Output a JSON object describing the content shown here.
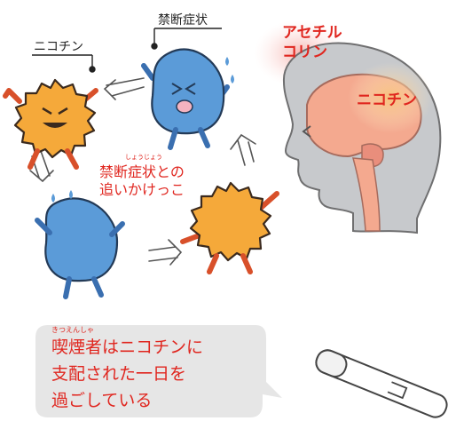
{
  "labels": {
    "withdrawal": "禁断症状",
    "nicotine_left": "ニコチン",
    "acetylcholine_1": "アセチル",
    "acetylcholine_2": "コリン",
    "nicotine_brain": "ニコチン",
    "chase_1": "禁断症状との",
    "chase_2": "追いかけっこ",
    "chase_ruby": "しょうじょう",
    "bubble_ruby": "きつえんしゃ",
    "bubble_line1": "喫煙者はニコチンに",
    "bubble_line2": "支配された一日を",
    "bubble_line3": "過ごしている"
  },
  "colors": {
    "nicotine_fill": "#f5a93a",
    "withdrawal_fill": "#5b9bd8",
    "label_red": "#e0261f",
    "bubble_fill": "#e6e6e6"
  }
}
